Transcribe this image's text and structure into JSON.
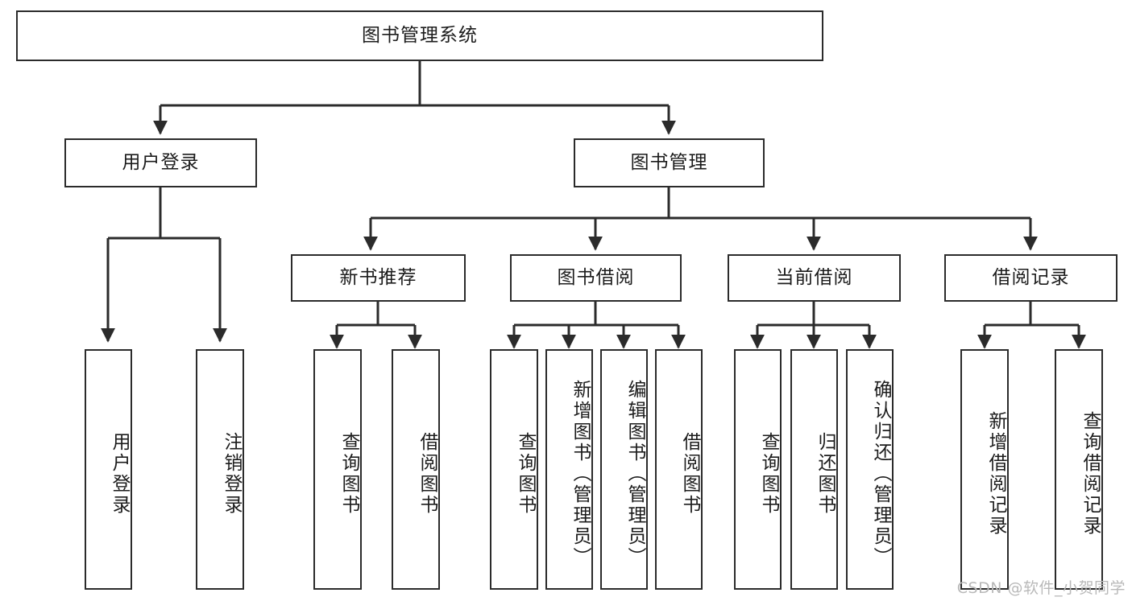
{
  "diagram": {
    "title": "图书管理系统",
    "watermark": "CSDN @软件_小贺同学",
    "colors": {
      "box_border": "#2b2b2b",
      "box_fill": "#ffffff",
      "edge": "#2b2b2b",
      "text": "#1c1c1c",
      "watermark": "#b9b9b9",
      "background": "#ffffff"
    },
    "root": {
      "label": "图书管理系统"
    },
    "level2": [
      {
        "label": "用户登录"
      },
      {
        "label": "图书管理"
      }
    ],
    "level3": [
      {
        "label": "新书推荐"
      },
      {
        "label": "图书借阅"
      },
      {
        "label": "当前借阅"
      },
      {
        "label": "借阅记录"
      }
    ],
    "leaves": {
      "user_login": [
        {
          "label": "用户登录"
        },
        {
          "label": "注销登录"
        }
      ],
      "new_book_recommend": [
        {
          "label": "查询图书"
        },
        {
          "label": "借阅图书"
        }
      ],
      "book_borrow": [
        {
          "label": "查询图书"
        },
        {
          "label": "新增图书（管理员）"
        },
        {
          "label": "编辑图书（管理员）"
        },
        {
          "label": "借阅图书"
        }
      ],
      "current_borrow": [
        {
          "label": "查询图书"
        },
        {
          "label": "归还图书"
        },
        {
          "label": "确认归还（管理员）"
        }
      ],
      "borrow_records": [
        {
          "label": "新增借阅记录"
        },
        {
          "label": "查询借阅记录"
        }
      ]
    }
  }
}
